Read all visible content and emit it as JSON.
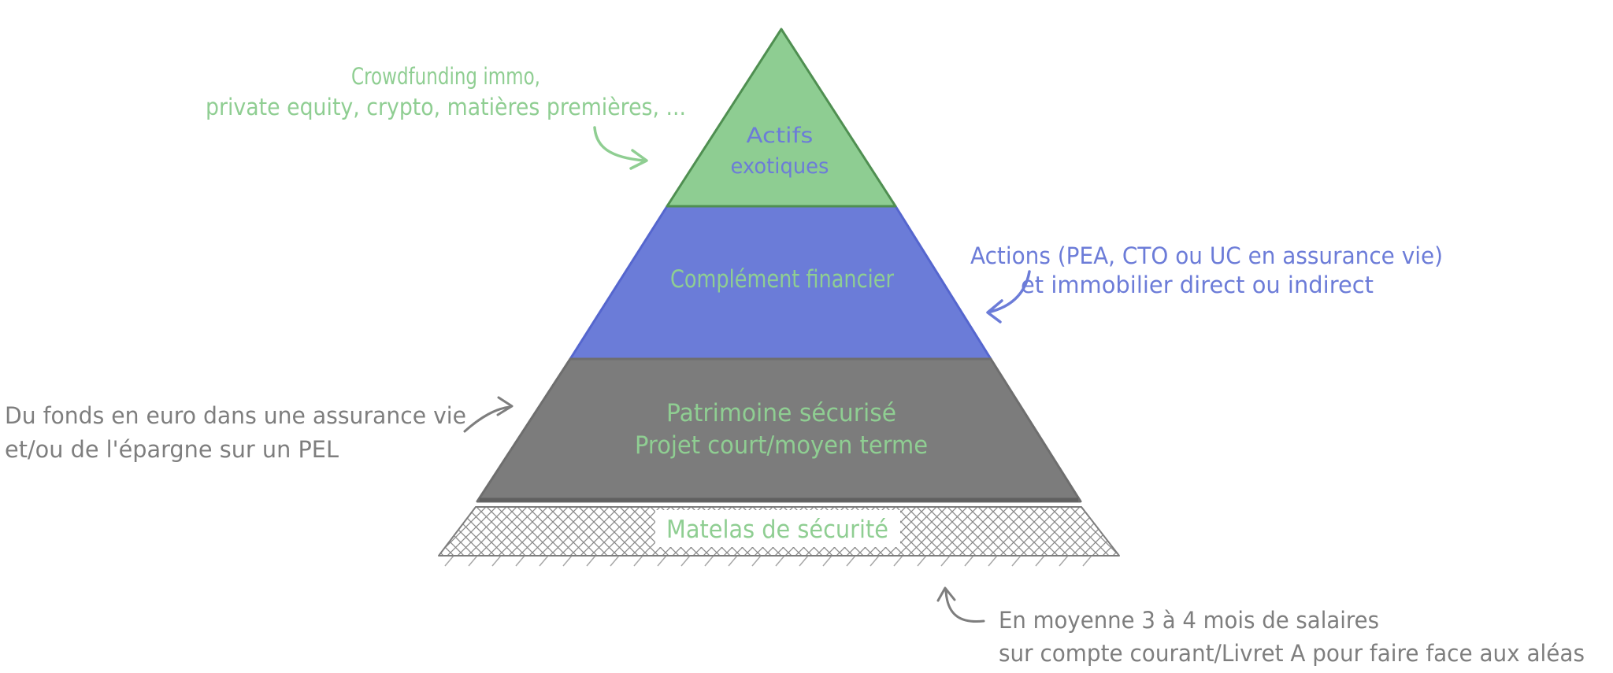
{
  "colors": {
    "background": "#ffffff",
    "level_green": "#8ECD92",
    "level_green_stroke": "#4F8F51",
    "level_blue": "#6B7CD8",
    "level_blue_stroke": "#5566CE",
    "level_gray": "#7C7C7C",
    "level_gray_stroke": "#6E6E6E",
    "hatch_stroke": "#8A8A8A",
    "hatch_outline": "#7D7D7D",
    "text_blue": "#6C7CD8",
    "text_green": "#8FCE92",
    "text_gray": "#7E7E7E",
    "label_box_fill": "#ffffff"
  },
  "pyramid": {
    "levels": [
      {
        "id": "actifs-exotiques",
        "lines": [
          "Actifs",
          "exotiques"
        ],
        "fill": "#8ECD92",
        "stroke": "#4F8F51",
        "text_color": "#6C7CD8"
      },
      {
        "id": "complement-financier",
        "lines": [
          "Complément financier"
        ],
        "fill": "#6B7CD8",
        "stroke": "#5566CE",
        "text_color": "#8FCE92"
      },
      {
        "id": "patrimoine-securise",
        "lines": [
          "Patrimoine sécurisé",
          "Projet court/moyen terme"
        ],
        "fill": "#7C7C7C",
        "stroke": "#6E6E6E",
        "text_color": "#8FCE92"
      },
      {
        "id": "matelas-de-securite",
        "lines": [
          "Matelas de sécurité"
        ],
        "fill": "crosshatch",
        "stroke": "#7D7D7D",
        "text_color": "#8FCE92"
      }
    ],
    "annotations": [
      {
        "id": "note-actifs-exotiques",
        "target": "actifs-exotiques",
        "lines": [
          "Crowdfunding immo,",
          "private equity, crypto, matières premières, ..."
        ],
        "color": "#8FCE92"
      },
      {
        "id": "note-complement-financier",
        "target": "complement-financier",
        "lines": [
          "Actions (PEA, CTO ou UC en assurance vie)",
          "et immobilier direct ou indirect"
        ],
        "color": "#6C7CD8"
      },
      {
        "id": "note-patrimoine-securise",
        "target": "patrimoine-securise",
        "lines": [
          "Du fonds en euro dans une assurance vie",
          "et/ou de l'épargne sur un PEL"
        ],
        "color": "#7E7E7E"
      },
      {
        "id": "note-matelas-de-securite",
        "target": "matelas-de-securite",
        "lines": [
          "En moyenne 3 à 4 mois de salaires",
          "sur compte courant/Livret A pour faire face aux aléas"
        ],
        "color": "#7E7E7E"
      }
    ]
  }
}
